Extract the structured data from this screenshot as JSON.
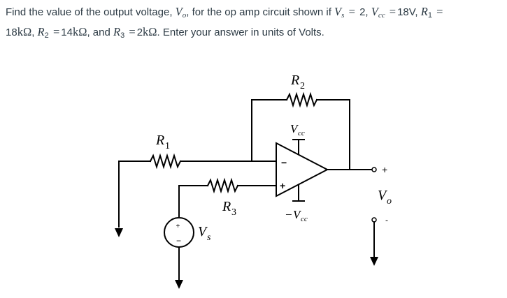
{
  "question": {
    "t1": "Find the value of the output voltage, ",
    "vo_sym": "V",
    "vo_sub": "o",
    "t2": ", for the op amp circuit shown if ",
    "vs_sym": "V",
    "vs_sub": "s",
    "vs_val": "2",
    "vcc_sym": "V",
    "vcc_sub": "cc",
    "vcc_val": "18V",
    "r1_sym": "R",
    "r1_sub": "1",
    "r1_val": "18",
    "r2_sym": "R",
    "r2_sub": "2",
    "r2_val": "14",
    "r3_sym": "R",
    "r3_sub": "3",
    "r3_val": "2",
    "unit": "kΩ",
    "and_text": ", and ",
    "tail": ".  Enter your answer in units of Volts.",
    "eq": "=",
    "comma": ", "
  },
  "diagram": {
    "r1": {
      "sym": "R",
      "sub": "1"
    },
    "r2": {
      "sym": "R",
      "sub": "2"
    },
    "r3": {
      "sym": "R",
      "sub": "3"
    },
    "vcc_top": {
      "sym": "V",
      "sub": "cc"
    },
    "vcc_bottom": {
      "prefix": "−",
      "sym": "V",
      "sub": "cc"
    },
    "vs": {
      "sym": "V",
      "sub": "s"
    },
    "vo": {
      "sym": "V",
      "sub": "o"
    },
    "opamp_minus": "−",
    "opamp_plus": "+",
    "source_plus": "+",
    "source_minus": "−",
    "out_plus": "+",
    "out_minus": "-"
  }
}
